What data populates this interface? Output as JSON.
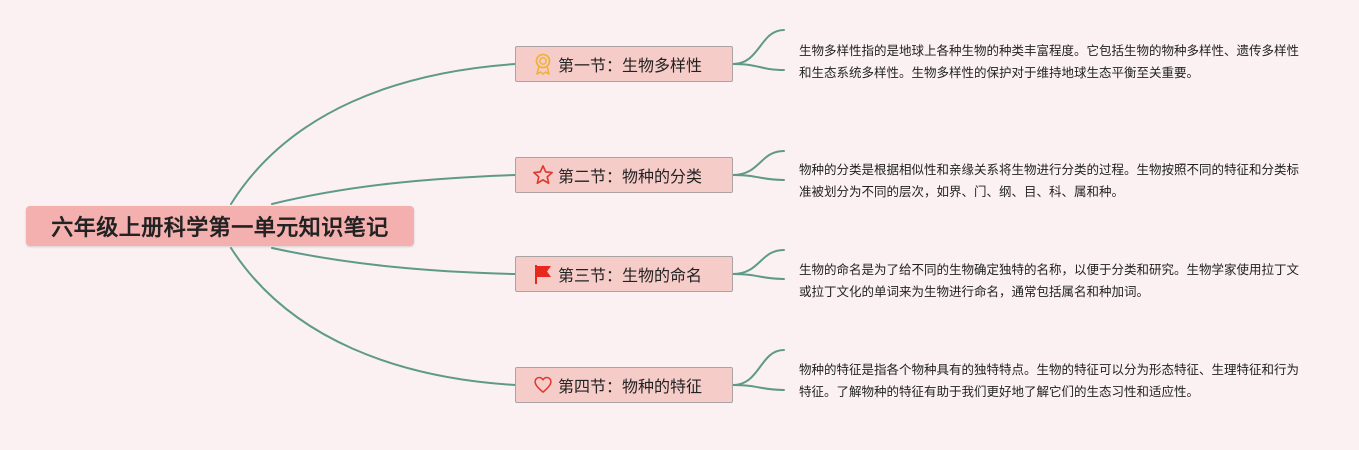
{
  "central_topic": "六年级上册科学第一单元知识笔记",
  "sections": [
    {
      "title": "第一节：生物多样性",
      "icon": "award-medal-icon",
      "note": "生物多样性指的是地球上各种生物的种类丰富程度。它包括生物的物种多样性、遗传多样性和生态系统多样性。生物多样性的保护对于维持地球生态平衡至关重要。"
    },
    {
      "title": "第二节：物种的分类",
      "icon": "star-outline-icon",
      "note": "物种的分类是根据相似性和亲缘关系将生物进行分类的过程。生物按照不同的特征和分类标准被划分为不同的层次，如界、门、纲、目、科、属和种。"
    },
    {
      "title": "第三节：生物的命名",
      "icon": "red-flag-icon",
      "note": "生物的命名是为了给不同的生物确定独特的名称，以便于分类和研究。生物学家使用拉丁文或拉丁文化的单词来为生物进行命名，通常包括属名和种加词。"
    },
    {
      "title": "第四节：物种的特征",
      "icon": "heart-outline-icon",
      "note": "物种的特征是指各个物种具有的独特特点。生物的特征可以分为形态特征、生理特征和行为特征。了解物种的特征有助于我们更好地了解它们的生态习性和适应性。"
    }
  ],
  "colors": {
    "background": "#fbf1f3",
    "central_fill": "#f3b0ae",
    "topic_fill": "#f6ccc9",
    "topic_border": "#a9a3a3",
    "connector": "#5e9a87",
    "medal": "#f0b23a",
    "star": "#e03b32",
    "flag": "#e8281e",
    "heart": "#e03b32"
  }
}
